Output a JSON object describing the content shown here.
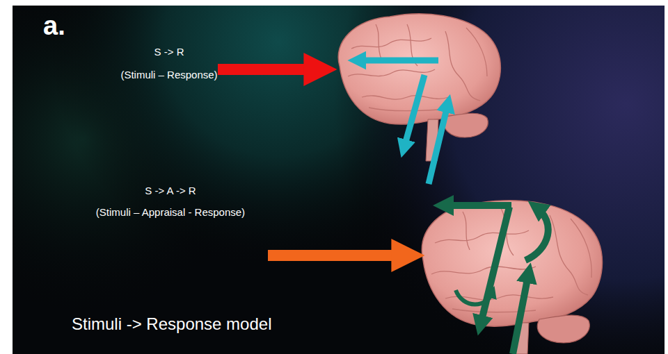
{
  "diagram": {
    "labels": [
      "a.",
      "S -> R",
      "(Stimuli – Response)",
      "S -> A -> R",
      "(Stimuli – Appraisal - Response)",
      "Stimuli -> Response model"
    ]
  }
}
